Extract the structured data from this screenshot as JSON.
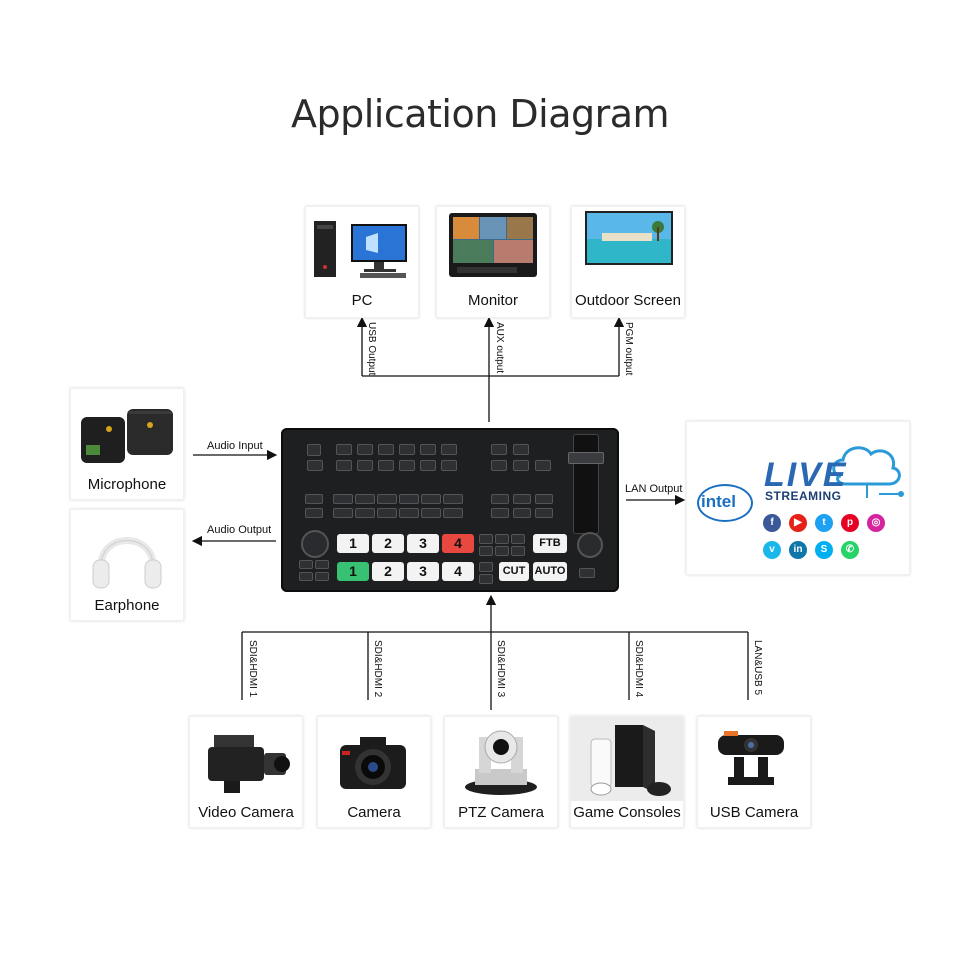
{
  "title": "Application Diagram",
  "outputs": {
    "pc": "PC",
    "monitor": "Monitor",
    "outdoor": "Outdoor Screen",
    "usb_output": "USB Output",
    "aux_output": "AUX output",
    "pgm_output": "PGM output"
  },
  "audio": {
    "microphone": "Microphone",
    "earphone": "Earphone",
    "audio_input": "Audio Input",
    "audio_output": "Audio Output"
  },
  "streaming": {
    "lan_output": "LAN Output",
    "intel": "intel",
    "live": "LIVE",
    "streaming_word": "STREAMING"
  },
  "inputs": {
    "labels": [
      "SDI&HDMI 1",
      "SDI&HDMI 2",
      "SDI&HDMI 3",
      "SDI&HDMI 4",
      "LAN&USB 5"
    ],
    "devices": [
      "Video Camera",
      "Camera",
      "PTZ Camera",
      "Game Consoles",
      "USB Camera"
    ]
  },
  "mixer": {
    "top_row": [
      "1",
      "2",
      "3",
      "4"
    ],
    "bottom_row": [
      "1",
      "2",
      "3",
      "4"
    ],
    "ftb": "FTB",
    "cut": "CUT",
    "auto": "AUTO"
  },
  "colors": {
    "preview_red": "#e8483f",
    "program_green": "#38c172",
    "mixer_body": "#1e1f21"
  }
}
